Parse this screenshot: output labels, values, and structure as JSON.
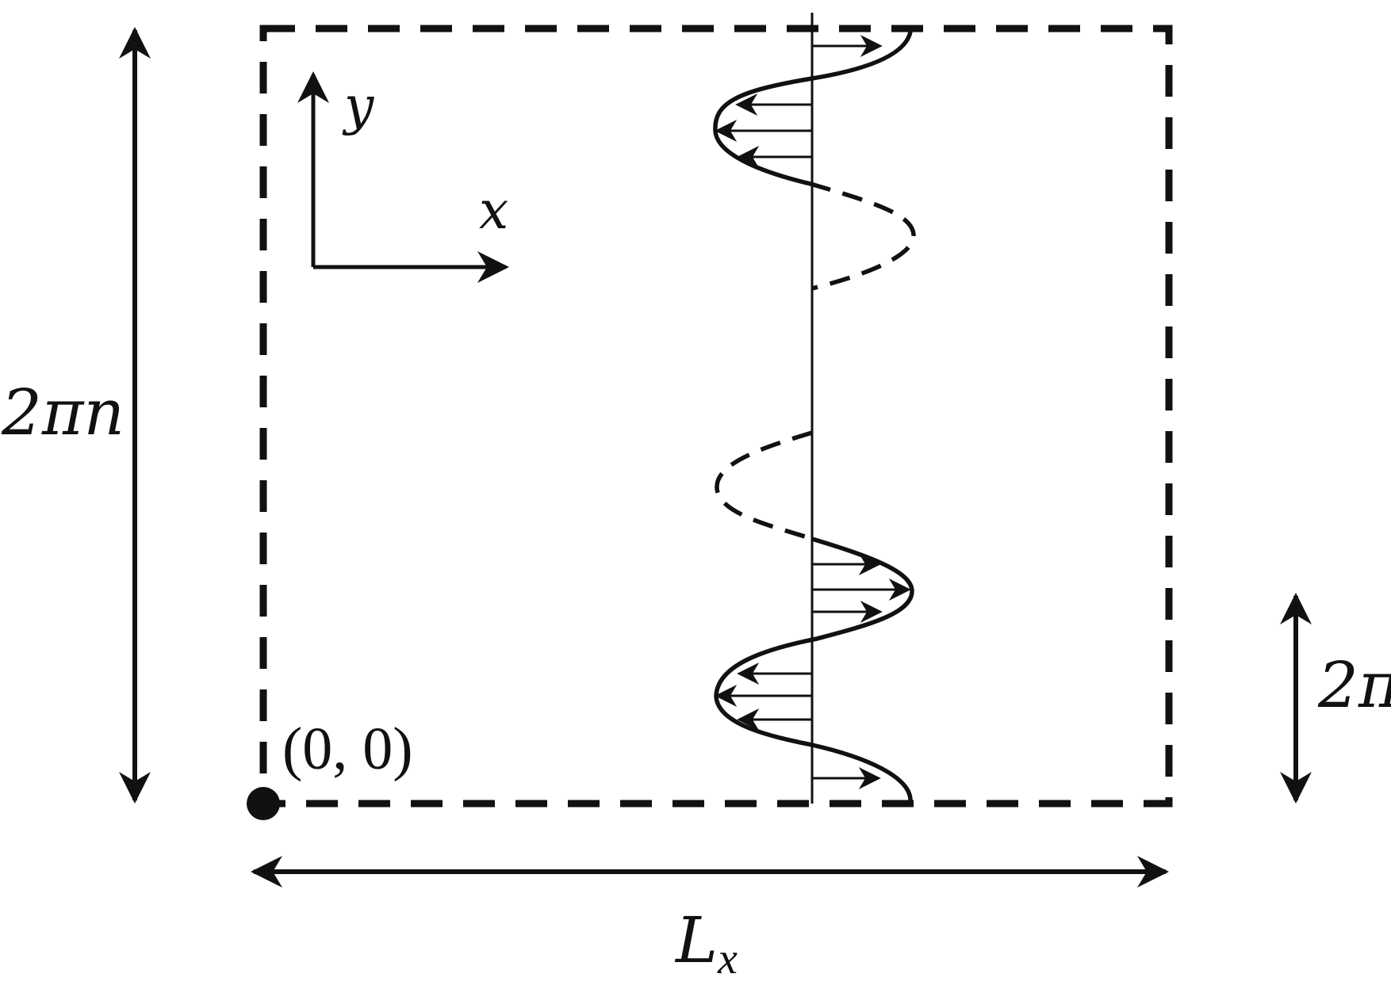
{
  "colors": {
    "ink": "#111111",
    "background": "#ffffff"
  },
  "labels": {
    "axis_y": "y",
    "axis_x": "x",
    "height": "2πn",
    "width_main": "L",
    "width_sub": "x",
    "period": "2π",
    "origin": "(0, 0)"
  }
}
